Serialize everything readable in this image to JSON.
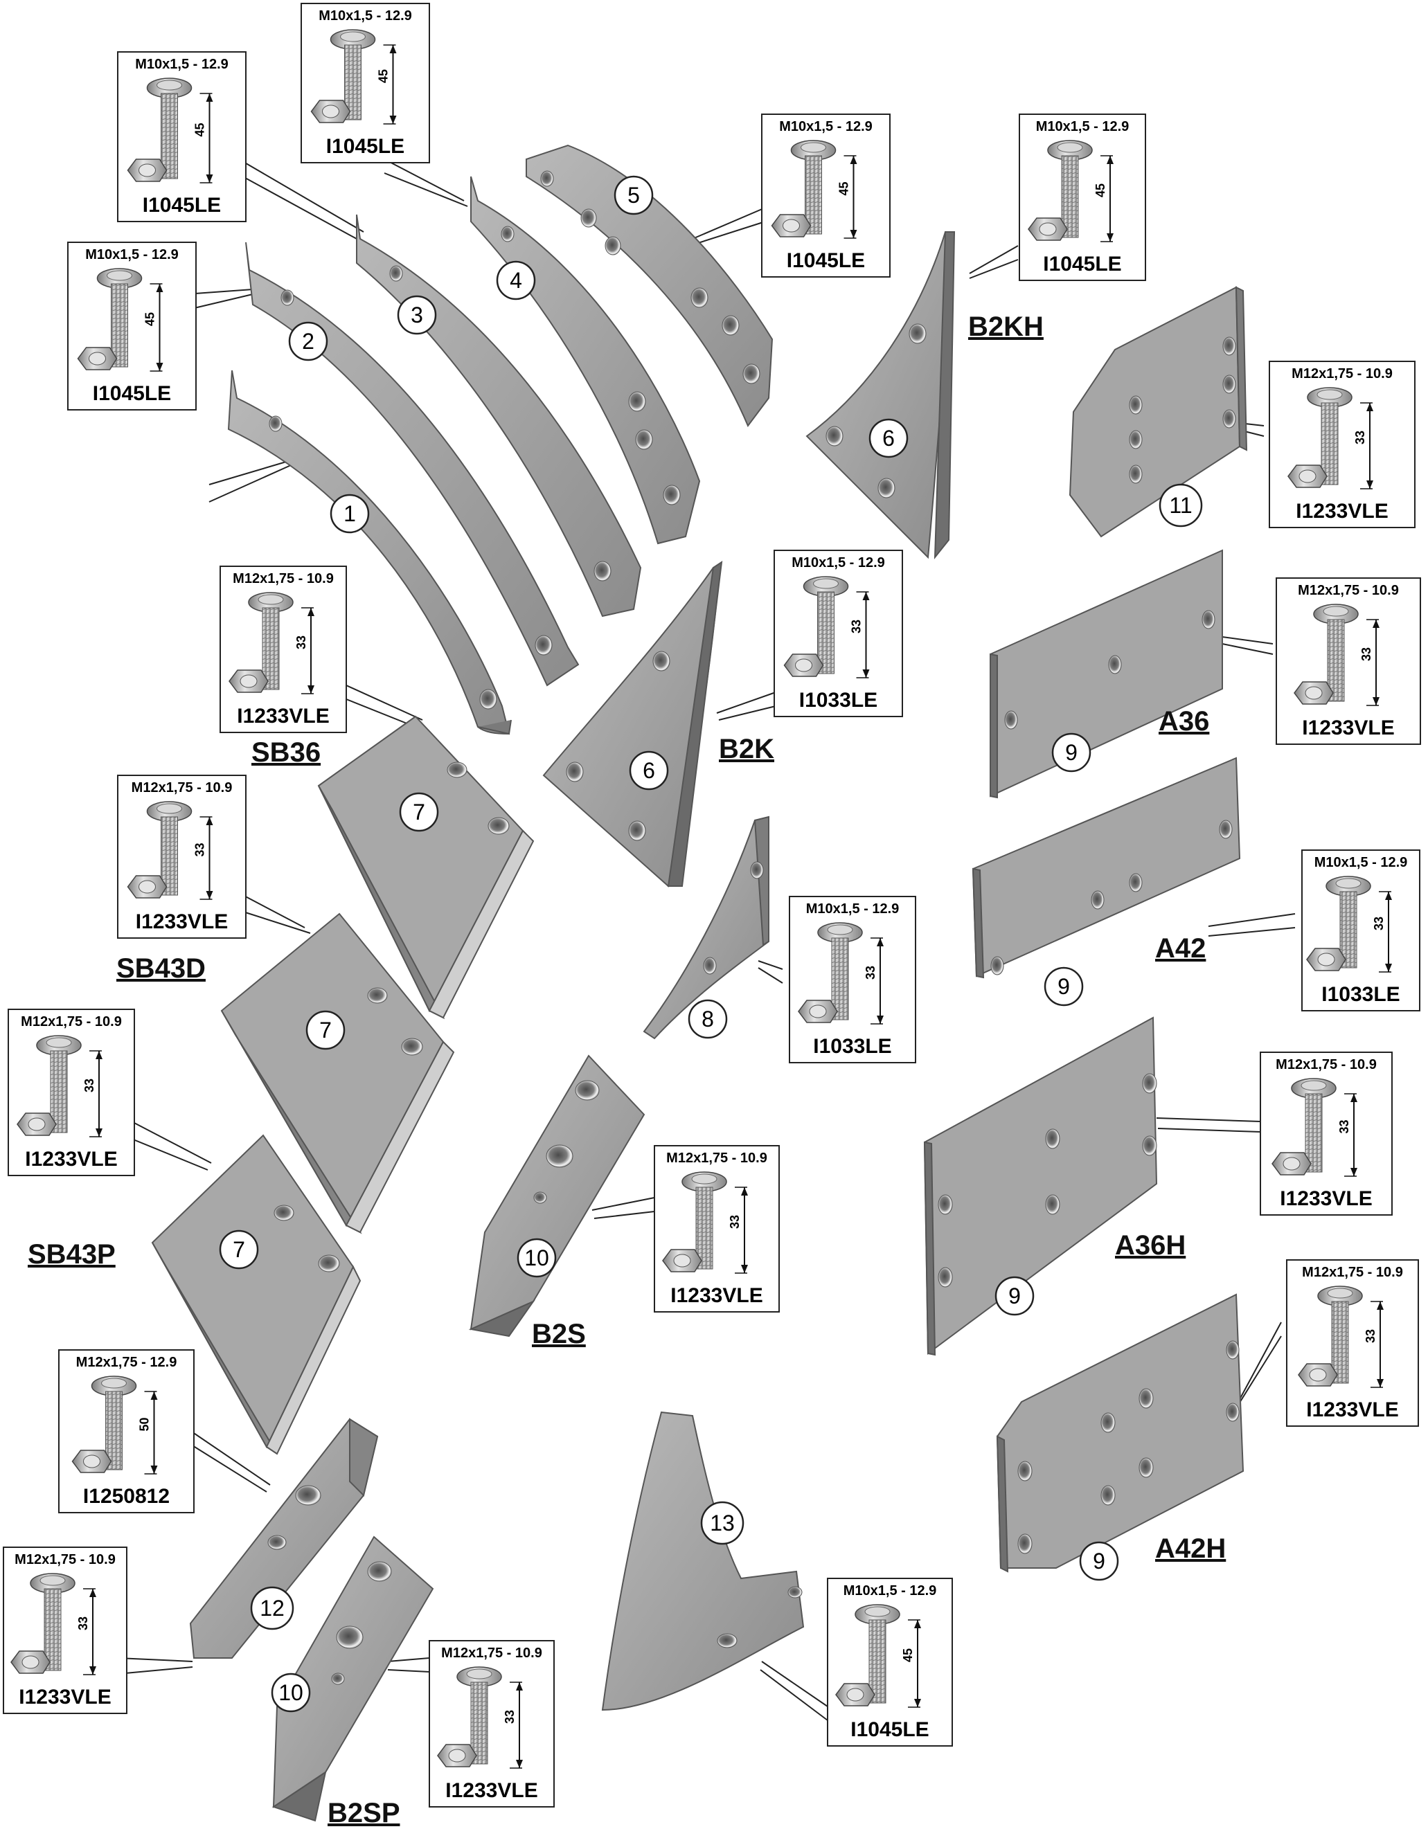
{
  "parts": [
    {
      "id": "p1",
      "number": "1"
    },
    {
      "id": "p2",
      "number": "2"
    },
    {
      "id": "p3",
      "number": "3"
    },
    {
      "id": "p4",
      "number": "4"
    },
    {
      "id": "p5",
      "number": "5"
    },
    {
      "id": "p6a",
      "number": "6"
    },
    {
      "id": "p6b",
      "number": "6"
    },
    {
      "id": "p7a",
      "number": "7"
    },
    {
      "id": "p7b",
      "number": "7"
    },
    {
      "id": "p7c",
      "number": "7"
    },
    {
      "id": "p8",
      "number": "8"
    },
    {
      "id": "p9a",
      "number": "9"
    },
    {
      "id": "p9b",
      "number": "9"
    },
    {
      "id": "p9c",
      "number": "9"
    },
    {
      "id": "p9d",
      "number": "9"
    },
    {
      "id": "p10a",
      "number": "10"
    },
    {
      "id": "p10b",
      "number": "10"
    },
    {
      "id": "p11",
      "number": "11"
    },
    {
      "id": "p12",
      "number": "12"
    },
    {
      "id": "p13",
      "number": "13"
    }
  ],
  "models": [
    {
      "id": "sb36",
      "label": "SB36"
    },
    {
      "id": "sb43d",
      "label": "SB43D"
    },
    {
      "id": "sb43p",
      "label": "SB43P"
    },
    {
      "id": "b2kh",
      "label": "B2KH"
    },
    {
      "id": "b2k",
      "label": "B2K"
    },
    {
      "id": "b2s",
      "label": "B2S"
    },
    {
      "id": "b2sp",
      "label": "B2SP"
    },
    {
      "id": "a36",
      "label": "A36"
    },
    {
      "id": "a42",
      "label": "A42"
    },
    {
      "id": "a36h",
      "label": "A36H"
    },
    {
      "id": "a42h",
      "label": "A42H"
    }
  ],
  "bolts": [
    {
      "id": "b1",
      "spec": "M10x1,5 - 12.9",
      "length": "45",
      "code": "I1045LE"
    },
    {
      "id": "b2",
      "spec": "M10x1,5 - 12.9",
      "length": "45",
      "code": "I1045LE"
    },
    {
      "id": "b3",
      "spec": "M10x1,5 - 12.9",
      "length": "45",
      "code": "I1045LE"
    },
    {
      "id": "b4",
      "spec": "M10x1,5 - 12.9",
      "length": "45",
      "code": "I1045LE"
    },
    {
      "id": "b5",
      "spec": "M10x1,5 - 12.9",
      "length": "45",
      "code": "I1045LE"
    },
    {
      "id": "b6",
      "spec": "M10x1,5 - 12.9",
      "length": "33",
      "code": "I1033LE"
    },
    {
      "id": "b7",
      "spec": "M12x1,75 - 10.9",
      "length": "33",
      "code": "I1233VLE"
    },
    {
      "id": "b8",
      "spec": "M12x1,75 - 10.9",
      "length": "33",
      "code": "I1233VLE"
    },
    {
      "id": "b9",
      "spec": "M10x1,5 - 12.9",
      "length": "33",
      "code": "I1033LE"
    },
    {
      "id": "b10",
      "spec": "M12x1,75 - 10.9",
      "length": "33",
      "code": "I1233VLE"
    },
    {
      "id": "b11",
      "spec": "M12x1,75 - 10.9",
      "length": "33",
      "code": "I1233VLE"
    },
    {
      "id": "b12",
      "spec": "M10x1,5 - 12.9",
      "length": "33",
      "code": "I1033LE"
    },
    {
      "id": "b13",
      "spec": "M12x1,75 - 10.9",
      "length": "33",
      "code": "I1233VLE"
    },
    {
      "id": "b14",
      "spec": "M12x1,75 - 10.9",
      "length": "33",
      "code": "I1233VLE"
    },
    {
      "id": "b15",
      "spec": "M12x1,75 - 10.9",
      "length": "33",
      "code": "I1233VLE"
    },
    {
      "id": "b16",
      "spec": "M12x1,75 - 10.9",
      "length": "33",
      "code": "I1233VLE"
    },
    {
      "id": "b17",
      "spec": "M12x1,75 - 12.9",
      "length": "50",
      "code": "I1250812"
    },
    {
      "id": "b18",
      "spec": "M12x1,75 - 10.9",
      "length": "33",
      "code": "I1233VLE"
    },
    {
      "id": "b19",
      "spec": "M12x1,75 - 10.9",
      "length": "33",
      "code": "I1233VLE"
    },
    {
      "id": "b20",
      "spec": "M10x1,5 - 12.9",
      "length": "45",
      "code": "I1045LE"
    }
  ]
}
